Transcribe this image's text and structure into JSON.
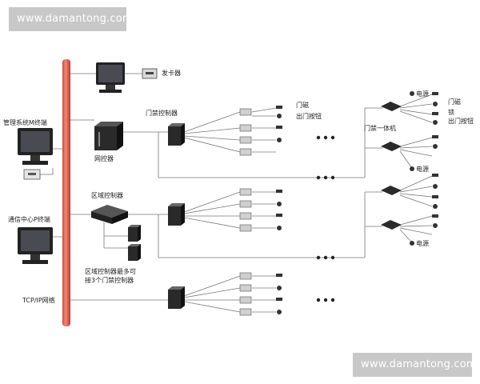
{
  "watermarks": {
    "top": "www.damantong.com",
    "bottom": "www.damantong.com"
  },
  "labels": {
    "card_issuer": "发卡器",
    "door_controller": "门禁控制器",
    "door_magnet": "门磁",
    "exit_button_1": "出门按钮",
    "management_terminal": "管理系统M终端",
    "network_controller": "网控器",
    "all_in_one": "门禁一体机",
    "power_1": "电源",
    "lock": "锁",
    "door_magnet_2": "门磁",
    "exit_button_2": "出门按钮",
    "power_2": "电源",
    "power_3": "电源",
    "area_controller": "区域控制器",
    "comm_center": "通信中心P终端",
    "area_note_1": "区域控制器最多可",
    "area_note_2": "接3个门禁控制器",
    "tcpip": "TCP/IP网络"
  }
}
